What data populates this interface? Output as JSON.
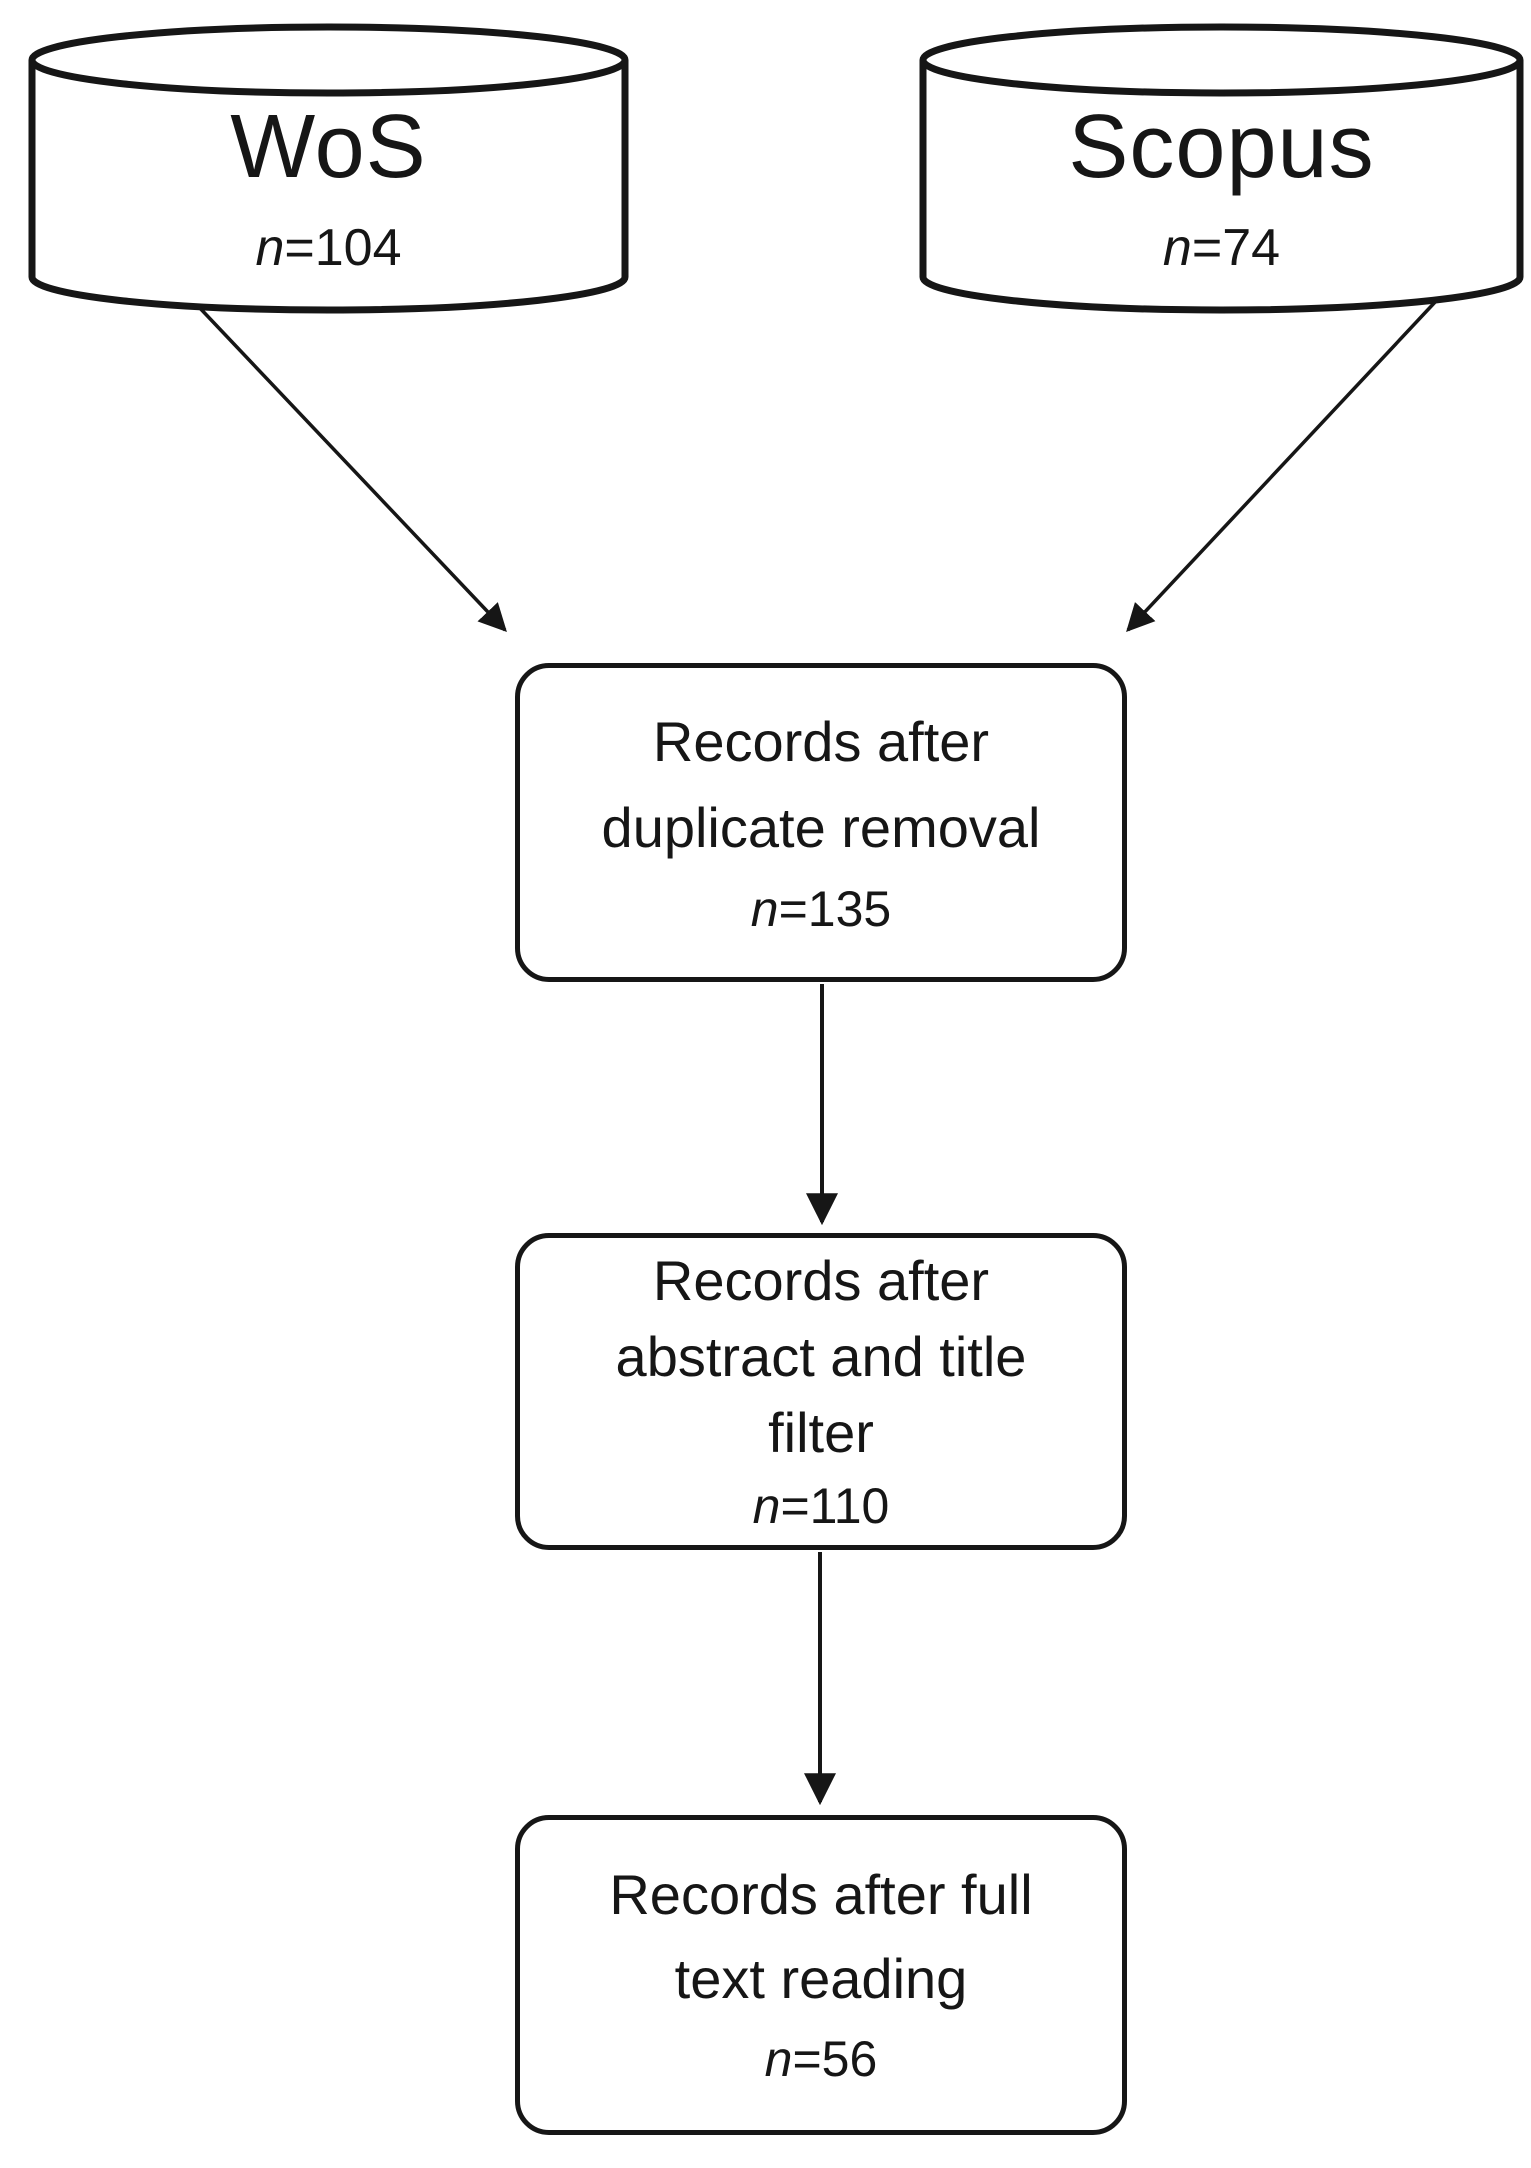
{
  "colors": {
    "ink": "#161616",
    "background": "#ffffff"
  },
  "sources": [
    {
      "label": "WoS",
      "n_sym": "n",
      "n_val": "=104"
    },
    {
      "label": "Scopus",
      "n_sym": "n",
      "n_val": "=74"
    }
  ],
  "steps": [
    {
      "lines": [
        "Records after",
        "duplicate removal"
      ],
      "n_sym": "n",
      "n_val": "=135"
    },
    {
      "lines": [
        "Records after",
        "abstract and title",
        "filter"
      ],
      "n_sym": "n",
      "n_val": "=110"
    },
    {
      "lines": [
        "Records after full",
        "text reading"
      ],
      "n_sym": "n",
      "n_val": "=56"
    }
  ]
}
